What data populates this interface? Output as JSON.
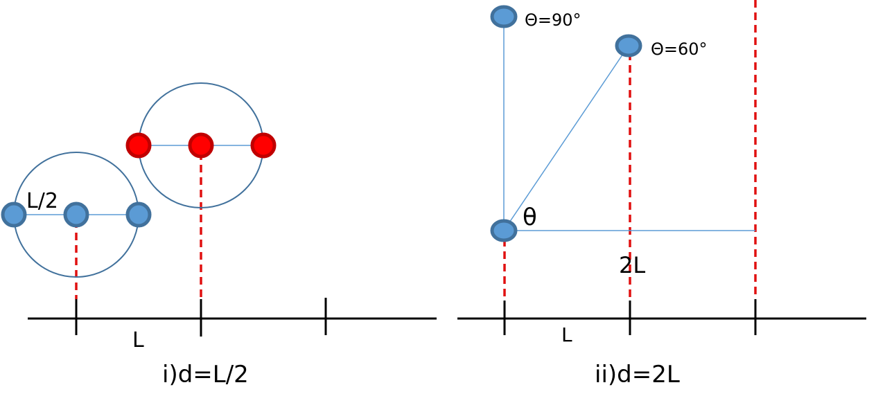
{
  "colors": {
    "blue_fill": "#5b9bd5",
    "blue_stroke": "#41719c",
    "red_fill": "#ff0000",
    "red_stroke": "#c00000",
    "dash": "#e01010",
    "circle_outline": "#41719c",
    "thin_line": "#5b9bd5",
    "axis": "#000000"
  },
  "panel_left": {
    "label_half_length": "L/2",
    "label_spacing": "L",
    "caption": "i)d=L/2"
  },
  "panel_right": {
    "label_theta90": "Θ=90°",
    "label_theta60": "Θ=60°",
    "label_theta": "θ",
    "label_2L": "2L",
    "label_spacing": "L",
    "caption": "ii)d=2L"
  }
}
